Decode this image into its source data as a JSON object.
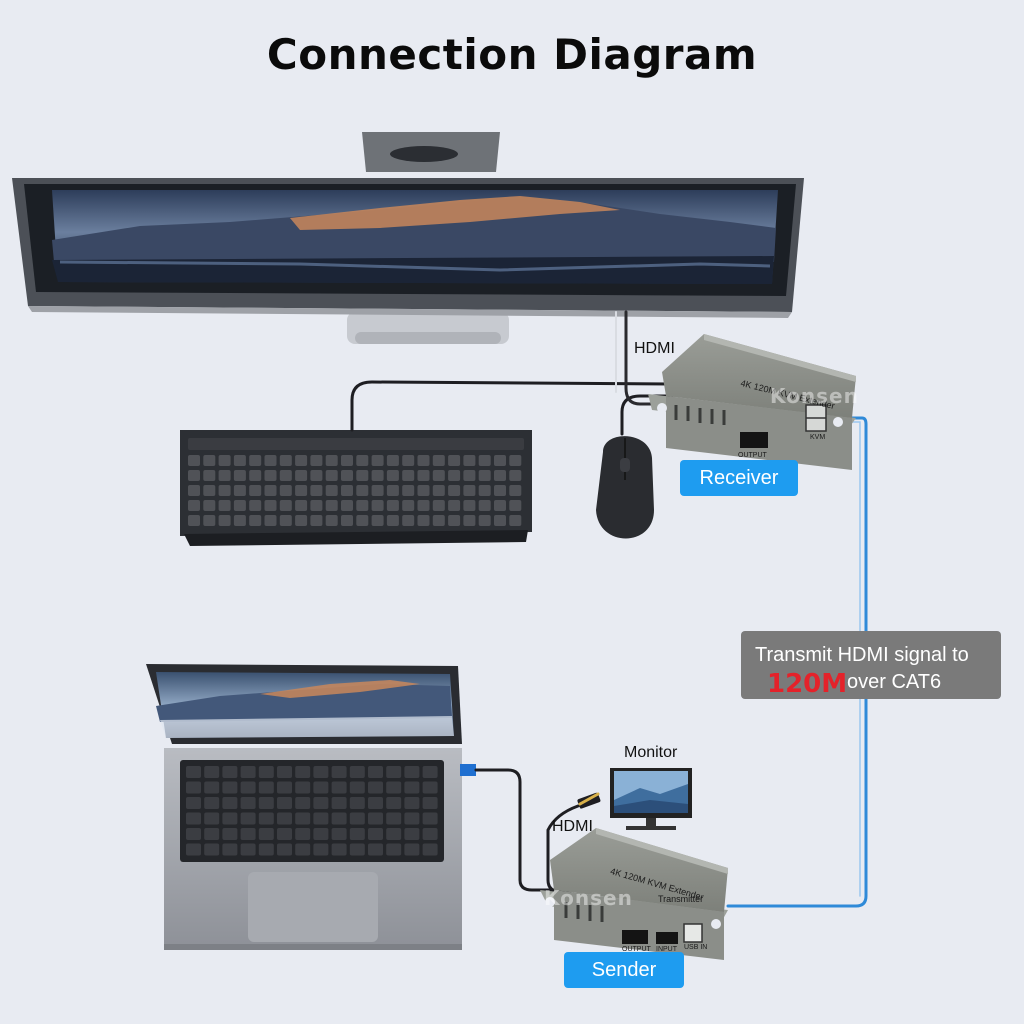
{
  "title": "Connection Diagram",
  "labels": {
    "hdmi_top": "HDMI",
    "hdmi_bottom": "HDMI",
    "monitor": "Monitor",
    "receiver": "Receiver",
    "sender": "Sender"
  },
  "callout": {
    "line1": "Transmit HDMI signal to",
    "distance": "120M",
    "line2": "over CAT6"
  },
  "devices": {
    "receiver_model": "4K 120M KVM Extender",
    "sender_model": "4K 120M KVM Extender",
    "brand": "Konsen",
    "transmitter_tag": "Transmitter",
    "port_output": "OUTPUT",
    "port_input": "INPUT",
    "port_kvm": "KVM",
    "port_usbin": "USB IN"
  },
  "colors": {
    "background": "#e8ebf2",
    "badge": "#1e9cf0",
    "callout_bg": "#7a7a7a",
    "distance": "#e4222a",
    "cat6_cable": "#2f8ad8",
    "device_body": "#8c8f89"
  }
}
